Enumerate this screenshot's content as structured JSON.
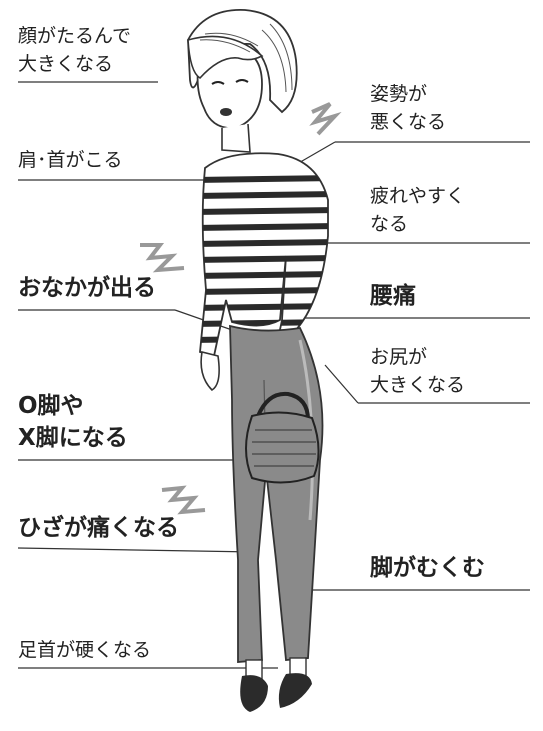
{
  "labels": {
    "face_sag": "顔がたるんで\n大きくなる",
    "posture": "姿勢が\n悪くなる",
    "shoulder_neck": "肩･首がこる",
    "fatigue": "疲れやすく\nなる",
    "belly": "おなかが出る",
    "back_pain": "腰痛",
    "hip": "お尻が\n大きくなる",
    "leg_shape": "O脚や\nX脚になる",
    "knee": "ひざが痛くなる",
    "swelling": "脚がむくむ",
    "ankle": "足首が硬くなる"
  },
  "colors": {
    "line": "#333333",
    "pants": "#8a8a8a",
    "pants_dark": "#6e6e6e",
    "stripe": "#2a2a2a",
    "skin": "#ffffff",
    "shoe": "#2b2b2b"
  }
}
